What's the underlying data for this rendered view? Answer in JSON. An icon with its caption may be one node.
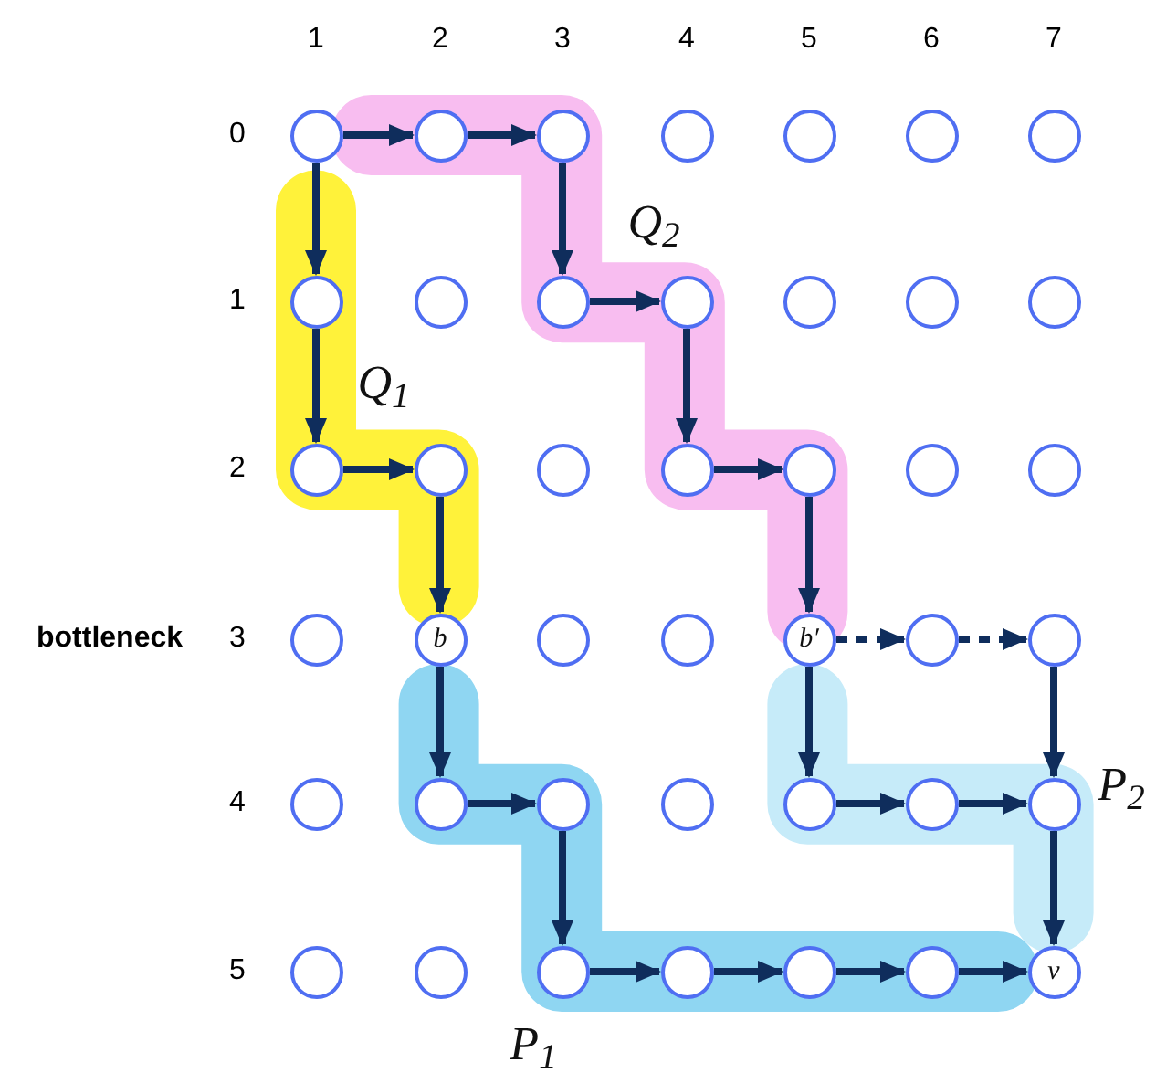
{
  "diagram": {
    "nodes": [
      {
        "text": [],
        "shape": "circle"
      },
      {
        "text": [],
        "shape": "circle"
      },
      {
        "text": [],
        "shape": "circle"
      },
      {
        "text": [],
        "shape": "circle"
      },
      {
        "text": [],
        "shape": "circle"
      },
      {
        "text": [],
        "shape": "circle"
      },
      {
        "text": [],
        "shape": "circle"
      },
      {
        "text": [],
        "shape": "circle"
      },
      {
        "text": [],
        "shape": "circle"
      },
      {
        "text": [],
        "shape": "circle"
      },
      {
        "text": [],
        "shape": "circle"
      },
      {
        "text": [],
        "shape": "circle"
      },
      {
        "text": [],
        "shape": "circle"
      },
      {
        "text": [],
        "shape": "circle"
      },
      {
        "text": [],
        "shape": "circle"
      },
      {
        "text": [],
        "shape": "circle"
      },
      {
        "text": [],
        "shape": "circle"
      },
      {
        "text": [],
        "shape": "circle"
      },
      {
        "text": [],
        "shape": "circle"
      },
      {
        "text": [],
        "shape": "circle"
      },
      {
        "text": [],
        "shape": "circle"
      },
      {
        "text": [],
        "shape": "circle"
      },
      {
        "text": [
          "b"
        ]
      },
      {
        "text": [],
        "shape": "circle"
      },
      {
        "text": [],
        "shape": "circle"
      },
      {
        "text": [
          "b′"
        ]
      },
      {
        "text": [],
        "shape": "circle"
      },
      {
        "text": [],
        "shape": "circle"
      },
      {
        "text": [],
        "shape": "circle"
      },
      {
        "text": [],
        "shape": "circle"
      },
      {
        "text": [],
        "shape": "circle"
      },
      {
        "text": [],
        "shape": "circle"
      },
      {
        "text": [],
        "shape": "circle"
      },
      {
        "text": [],
        "shape": "circle"
      },
      {
        "text": [],
        "shape": "circle"
      },
      {
        "text": [],
        "shape": "circle"
      },
      {
        "text": [],
        "shape": "circle"
      },
      {
        "text": [],
        "shape": "circle"
      },
      {
        "text": [],
        "shape": "circle"
      },
      {
        "text": [],
        "shape": "circle"
      },
      {
        "text": [],
        "shape": "circle"
      },
      {
        "text": [
          "v"
        ]
      }
    ],
    "edges": [
      {
        "from": 0,
        "to": 7,
        "arrow": "to"
      },
      {
        "from": 7,
        "to": 14,
        "arrow": "to"
      },
      {
        "from": 14,
        "to": 15,
        "arrow": "to"
      },
      {
        "from": 15,
        "to": 22,
        "arrow": "to"
      },
      {
        "from": 0,
        "to": 1,
        "arrow": "to"
      },
      {
        "from": 1,
        "to": 2,
        "arrow": "to"
      },
      {
        "from": 2,
        "to": 9,
        "arrow": "to"
      },
      {
        "from": 9,
        "to": 10,
        "arrow": "to"
      },
      {
        "from": 10,
        "to": 17,
        "arrow": "to"
      },
      {
        "from": 17,
        "to": 18,
        "arrow": "to"
      },
      {
        "from": 18,
        "to": 25,
        "arrow": "to"
      },
      {
        "from": 25,
        "to": 26,
        "arrow": "to",
        "style": "dashed"
      },
      {
        "from": 26,
        "to": 27,
        "arrow": "to",
        "style": "dashed"
      },
      {
        "from": 25,
        "to": 32,
        "arrow": "to"
      },
      {
        "from": 32,
        "to": 33,
        "arrow": "to"
      },
      {
        "from": 33,
        "to": 34,
        "arrow": "to"
      },
      {
        "from": 27,
        "to": 34,
        "arrow": "to"
      },
      {
        "from": 34,
        "to": 41,
        "arrow": "to"
      },
      {
        "from": 22,
        "to": 29,
        "arrow": "to"
      },
      {
        "from": 29,
        "to": 30,
        "arrow": "to"
      },
      {
        "from": 30,
        "to": 37,
        "arrow": "to"
      },
      {
        "from": 37,
        "to": 38,
        "arrow": "to"
      },
      {
        "from": 38,
        "to": 39,
        "arrow": "to"
      },
      {
        "from": 39,
        "to": 40,
        "arrow": "to"
      },
      {
        "from": 40,
        "to": 41,
        "arrow": "to"
      }
    ],
    "labels": [
      "1",
      "2",
      "3",
      "4",
      "5",
      "6",
      "7",
      "0",
      "Q$_{2}$",
      "1",
      "Q$_{1}$",
      "2",
      "bottleneck",
      "3",
      "4",
      "P$_{2}$",
      "5",
      "P$_{1}$"
    ]
  }
}
